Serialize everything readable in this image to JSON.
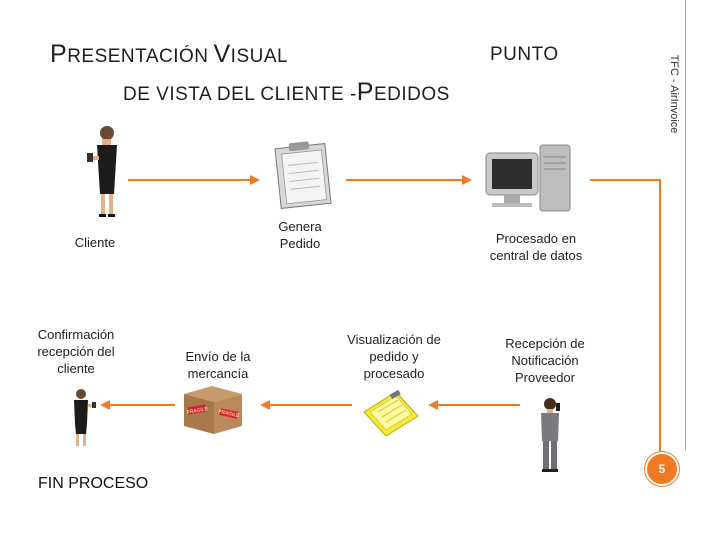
{
  "slide": {
    "title_big_1": "P",
    "title_small_1": "RESENTACIÓN",
    "title_big_2": "V",
    "title_small_2": "ISUAL",
    "title_small_3": "PUNTO",
    "subtitle_small_1": "DE VISTA DEL CLIENTE -",
    "subtitle_big_1": "P",
    "subtitle_small_2": "EDIDOS",
    "side_text": "TFC - AirInvoice",
    "page_number": "5",
    "accent_color": "#f07a23"
  },
  "steps": {
    "cliente": "Cliente",
    "genera": "Genera\nPedido",
    "procesado": "Procesado en\ncentral de datos",
    "confirmacion": "Confirmación\nrecepción del\ncliente",
    "envio": "Envío de la\nmercancía",
    "visualizacion": "Visualización de\npedido y\nprocesado",
    "recepcion": "Recepción de\nNotificación\nProveedor",
    "fin": "FIN PROCESO"
  },
  "icons": {
    "customer": "businesswoman-phone-icon",
    "order_form": "clipboard-icon",
    "server": "computer-icon",
    "box": "shipping-box-icon",
    "yellow_order": "yellow-clipboard-icon",
    "supplier": "businesswoman-standing-icon",
    "box_stamp": "FRAGILE"
  }
}
